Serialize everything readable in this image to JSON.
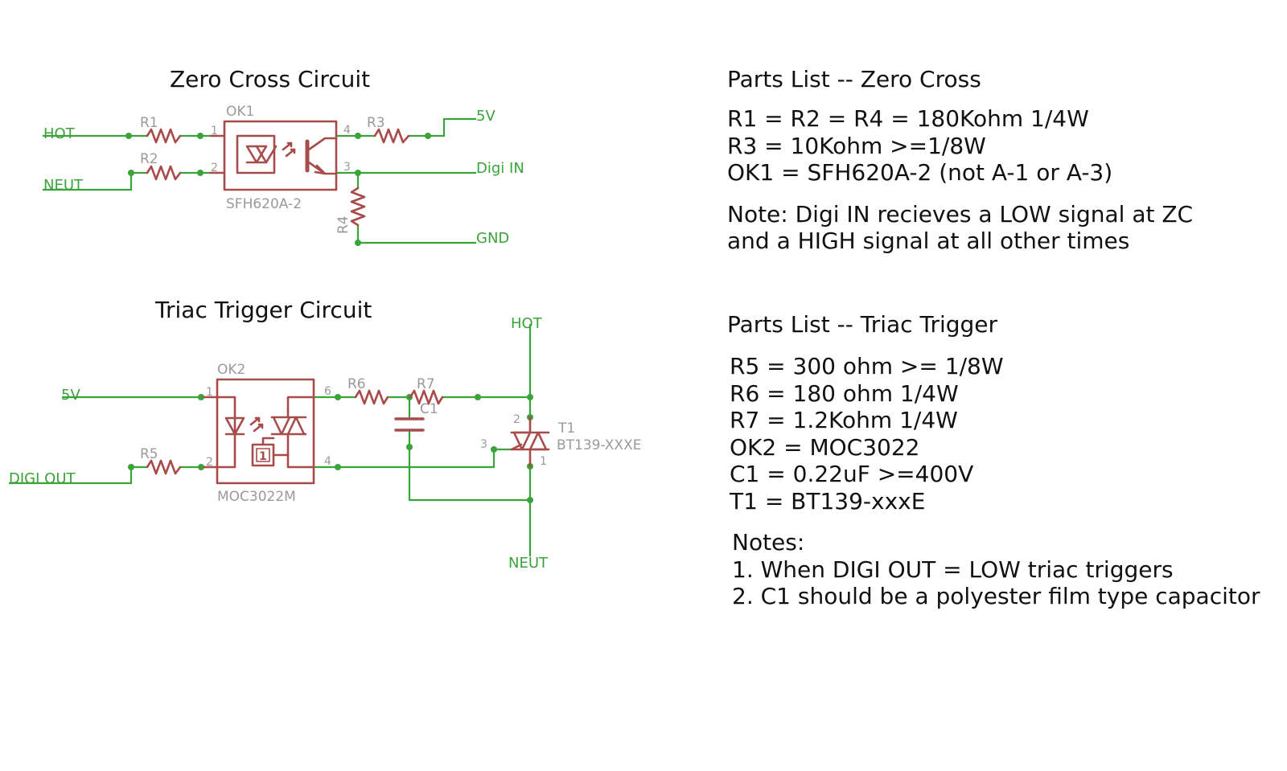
{
  "zero_cross": {
    "title": "Zero Cross Circuit",
    "nets": {
      "hot": "HOT",
      "neut": "NEUT",
      "v5": "5V",
      "digi_in": "Digi IN",
      "gnd": "GND"
    },
    "refs": {
      "r1": "R1",
      "r2": "R2",
      "r3": "R3",
      "r4": "R4",
      "ok": "OK1",
      "ok_value": "SFH620A-2"
    },
    "pins": {
      "p1": "1",
      "p2": "2",
      "p3": "3",
      "p4": "4"
    }
  },
  "triac": {
    "title": "Triac Trigger Circuit",
    "nets": {
      "hot": "HOT",
      "neut": "NEUT",
      "v5": "5V",
      "digi_out": "DIGI OUT"
    },
    "refs": {
      "r5": "R5",
      "r6": "R6",
      "r7": "R7",
      "c1": "C1",
      "ok": "OK2",
      "ok_value": "MOC3022M",
      "t1": "T1",
      "t1_value": "BT139-XXXE",
      "driver_glyph": "1"
    },
    "pins": {
      "p1": "1",
      "p2": "2",
      "p4": "4",
      "p6": "6",
      "t2": "2",
      "t3": "3",
      "t1": "1"
    }
  },
  "parts_zero_cross": {
    "heading": "Parts List -- Zero Cross",
    "items": [
      "R1 = R2 = R4 = 180Kohm 1/4W",
      "R3 = 10Kohm >=1/8W",
      "OK1 = SFH620A-2 (not A-1 or A-3)"
    ],
    "note": [
      "Note: Digi IN recieves a LOW signal at ZC",
      "and a HIGH signal at all other times"
    ]
  },
  "parts_triac": {
    "heading": "Parts List -- Triac Trigger",
    "items": [
      "R5 = 300 ohm >= 1/8W",
      "R6 = 180 ohm 1/4W",
      "R7 = 1.2Kohm 1/4W",
      "OK2 = MOC3022",
      "C1 = 0.22uF >=400V",
      "T1 = BT139-xxxE"
    ],
    "notes": [
      "Notes:",
      "1. When DIGI OUT = LOW triac triggers",
      "2. C1 should be a polyester film type capacitor"
    ]
  },
  "colors": {
    "wire": "#3aa33a",
    "component": "#a84b4b",
    "label": "#9a9a9a",
    "text": "#111111"
  }
}
